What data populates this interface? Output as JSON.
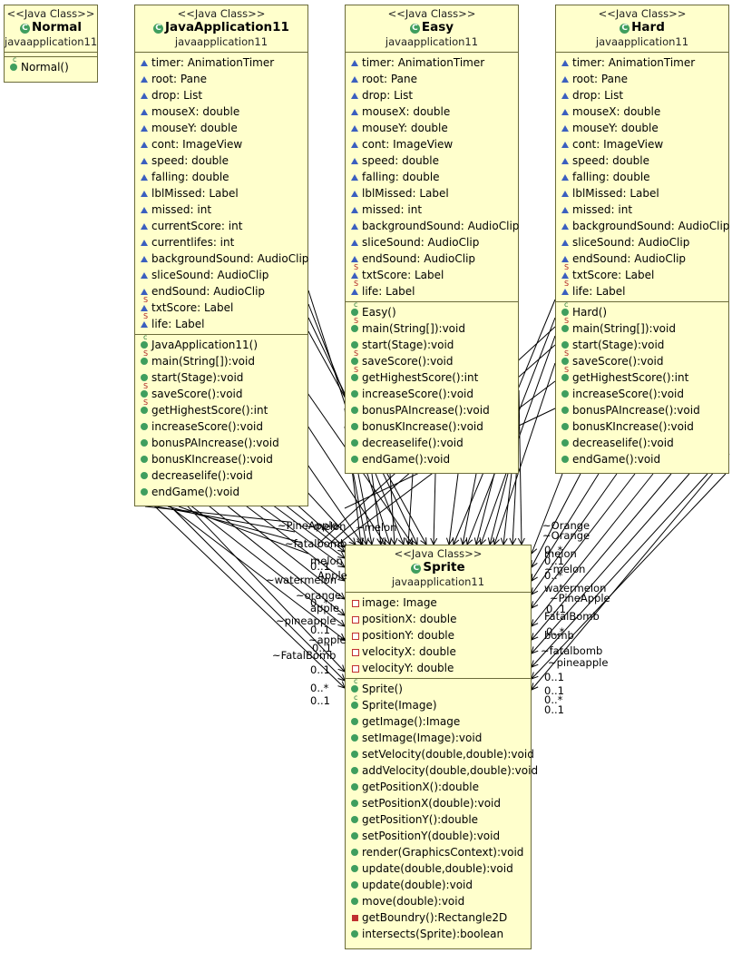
{
  "classes": {
    "normal": {
      "stereotype": "<<Java Class>>",
      "name": "Normal",
      "package": "javaapplication11",
      "operations": [
        {
          "icon": "constructor",
          "text": "Normal()"
        }
      ]
    },
    "javaapplication11": {
      "stereotype": "<<Java Class>>",
      "name": "JavaApplication11",
      "package": "javaapplication11",
      "attributes": [
        {
          "icon": "package-field",
          "text": "timer: AnimationTimer"
        },
        {
          "icon": "package-field",
          "text": "root: Pane"
        },
        {
          "icon": "package-field",
          "text": "drop: List"
        },
        {
          "icon": "package-field",
          "text": "mouseX: double"
        },
        {
          "icon": "package-field",
          "text": "mouseY: double"
        },
        {
          "icon": "package-field",
          "text": "cont: ImageView"
        },
        {
          "icon": "package-field",
          "text": "speed: double"
        },
        {
          "icon": "package-field",
          "text": "falling: double"
        },
        {
          "icon": "package-field",
          "text": "lblMissed: Label"
        },
        {
          "icon": "package-field",
          "text": "missed: int"
        },
        {
          "icon": "package-field",
          "text": "currentScore: int"
        },
        {
          "icon": "package-field",
          "text": "currentlifes: int"
        },
        {
          "icon": "package-field",
          "text": "backgroundSound: AudioClip"
        },
        {
          "icon": "package-field",
          "text": "sliceSound: AudioClip"
        },
        {
          "icon": "package-field",
          "text": "endSound: AudioClip"
        },
        {
          "icon": "static-field",
          "text": "txtScore: Label"
        },
        {
          "icon": "static-field",
          "text": "life: Label"
        }
      ],
      "operations": [
        {
          "icon": "constructor",
          "text": "JavaApplication11()"
        },
        {
          "icon": "static-method",
          "text": "main(String[]):void"
        },
        {
          "icon": "public-method",
          "text": "start(Stage):void"
        },
        {
          "icon": "static-method",
          "text": "saveScore():void"
        },
        {
          "icon": "static-method",
          "text": "getHighestScore():int"
        },
        {
          "icon": "public-method",
          "text": "increaseScore():void"
        },
        {
          "icon": "public-method",
          "text": "bonusPAIncrease():void"
        },
        {
          "icon": "public-method",
          "text": "bonusKIncrease():void"
        },
        {
          "icon": "public-method",
          "text": "decreaselife():void"
        },
        {
          "icon": "public-method",
          "text": "endGame():void"
        }
      ]
    },
    "easy": {
      "stereotype": "<<Java Class>>",
      "name": "Easy",
      "package": "javaapplication11",
      "attributes": [
        {
          "icon": "package-field",
          "text": "timer: AnimationTimer"
        },
        {
          "icon": "package-field",
          "text": "root: Pane"
        },
        {
          "icon": "package-field",
          "text": "drop: List"
        },
        {
          "icon": "package-field",
          "text": "mouseX: double"
        },
        {
          "icon": "package-field",
          "text": "mouseY: double"
        },
        {
          "icon": "package-field",
          "text": "cont: ImageView"
        },
        {
          "icon": "package-field",
          "text": "speed: double"
        },
        {
          "icon": "package-field",
          "text": "falling: double"
        },
        {
          "icon": "package-field",
          "text": "lblMissed: Label"
        },
        {
          "icon": "package-field",
          "text": "missed: int"
        },
        {
          "icon": "package-field",
          "text": "backgroundSound: AudioClip"
        },
        {
          "icon": "package-field",
          "text": "sliceSound: AudioClip"
        },
        {
          "icon": "package-field",
          "text": "endSound: AudioClip"
        },
        {
          "icon": "static-field",
          "text": "txtScore: Label"
        },
        {
          "icon": "static-field",
          "text": "life: Label"
        }
      ],
      "operations": [
        {
          "icon": "constructor",
          "text": "Easy()"
        },
        {
          "icon": "static-method",
          "text": "main(String[]):void"
        },
        {
          "icon": "public-method",
          "text": "start(Stage):void"
        },
        {
          "icon": "static-method",
          "text": "saveScore():void"
        },
        {
          "icon": "static-method",
          "text": "getHighestScore():int"
        },
        {
          "icon": "public-method",
          "text": "increaseScore():void"
        },
        {
          "icon": "public-method",
          "text": "bonusPAIncrease():void"
        },
        {
          "icon": "public-method",
          "text": "bonusKIncrease():void"
        },
        {
          "icon": "public-method",
          "text": "decreaselife():void"
        },
        {
          "icon": "public-method",
          "text": "endGame():void"
        }
      ]
    },
    "hard": {
      "stereotype": "<<Java Class>>",
      "name": "Hard",
      "package": "javaapplication11",
      "attributes": [
        {
          "icon": "package-field",
          "text": "timer: AnimationTimer"
        },
        {
          "icon": "package-field",
          "text": "root: Pane"
        },
        {
          "icon": "package-field",
          "text": "drop: List"
        },
        {
          "icon": "package-field",
          "text": "mouseX: double"
        },
        {
          "icon": "package-field",
          "text": "mouseY: double"
        },
        {
          "icon": "package-field",
          "text": "cont: ImageView"
        },
        {
          "icon": "package-field",
          "text": "speed: double"
        },
        {
          "icon": "package-field",
          "text": "falling: double"
        },
        {
          "icon": "package-field",
          "text": "lblMissed: Label"
        },
        {
          "icon": "package-field",
          "text": "missed: int"
        },
        {
          "icon": "package-field",
          "text": "backgroundSound: AudioClip"
        },
        {
          "icon": "package-field",
          "text": "sliceSound: AudioClip"
        },
        {
          "icon": "package-field",
          "text": "endSound: AudioClip"
        },
        {
          "icon": "static-field",
          "text": "txtScore: Label"
        },
        {
          "icon": "static-field",
          "text": "life: Label"
        }
      ],
      "operations": [
        {
          "icon": "constructor",
          "text": "Hard()"
        },
        {
          "icon": "static-method",
          "text": "main(String[]):void"
        },
        {
          "icon": "public-method",
          "text": "start(Stage):void"
        },
        {
          "icon": "static-method",
          "text": "saveScore():void"
        },
        {
          "icon": "static-method",
          "text": "getHighestScore():int"
        },
        {
          "icon": "public-method",
          "text": "increaseScore():void"
        },
        {
          "icon": "public-method",
          "text": "bonusPAIncrease():void"
        },
        {
          "icon": "public-method",
          "text": "bonusKIncrease():void"
        },
        {
          "icon": "public-method",
          "text": "decreaselife():void"
        },
        {
          "icon": "public-method",
          "text": "endGame():void"
        }
      ]
    },
    "sprite": {
      "stereotype": "<<Java Class>>",
      "name": "Sprite",
      "package": "javaapplication11",
      "attributes": [
        {
          "icon": "private-field",
          "text": "image: Image"
        },
        {
          "icon": "private-field",
          "text": "positionX: double"
        },
        {
          "icon": "private-field",
          "text": "positionY: double"
        },
        {
          "icon": "private-field",
          "text": "velocityX: double"
        },
        {
          "icon": "private-field",
          "text": "velocityY: double"
        }
      ],
      "operations": [
        {
          "icon": "constructor",
          "text": "Sprite()"
        },
        {
          "icon": "constructor",
          "text": "Sprite(Image)"
        },
        {
          "icon": "public-method",
          "text": "getImage():Image"
        },
        {
          "icon": "public-method",
          "text": "setImage(Image):void"
        },
        {
          "icon": "public-method",
          "text": "setVelocity(double,double):void"
        },
        {
          "icon": "public-method",
          "text": "addVelocity(double,double):void"
        },
        {
          "icon": "public-method",
          "text": "getPositionX():double"
        },
        {
          "icon": "public-method",
          "text": "setPositionX(double):void"
        },
        {
          "icon": "public-method",
          "text": "getPositionY():double"
        },
        {
          "icon": "public-method",
          "text": "setPositionY(double):void"
        },
        {
          "icon": "public-method",
          "text": "render(GraphicsContext):void"
        },
        {
          "icon": "public-method",
          "text": "update(double,double):void"
        },
        {
          "icon": "public-method",
          "text": "update(double):void"
        },
        {
          "icon": "public-method",
          "text": "move(double):void"
        },
        {
          "icon": "private-method",
          "text": "getBoundry():Rectangle2D"
        },
        {
          "icon": "public-method",
          "text": "intersects(Sprite):boolean"
        }
      ]
    }
  },
  "edge_labels": [
    "~PineApple",
    "~fatalbomb",
    "~Orange",
    "~orange",
    "~watermelon",
    "~pineapple",
    "~apple",
    "~FatalBomb",
    "~melon",
    "~PineApple",
    "~fatalbomb",
    "~pineapple",
    "0..1",
    "0..*",
    "0..1",
    "0..1",
    "0..1",
    "0..*",
    "0..1",
    "0..1",
    "0..1",
    "0..*",
    "0..1",
    "0..*",
    "0..1",
    "0..*",
    "0..1",
    "0..*",
    "apple",
    "melon",
    "bomb",
    "FatalBomb",
    "watermelon",
    "Apple",
    "melon",
    "~melon",
    "~Orange",
    "~melon"
  ]
}
